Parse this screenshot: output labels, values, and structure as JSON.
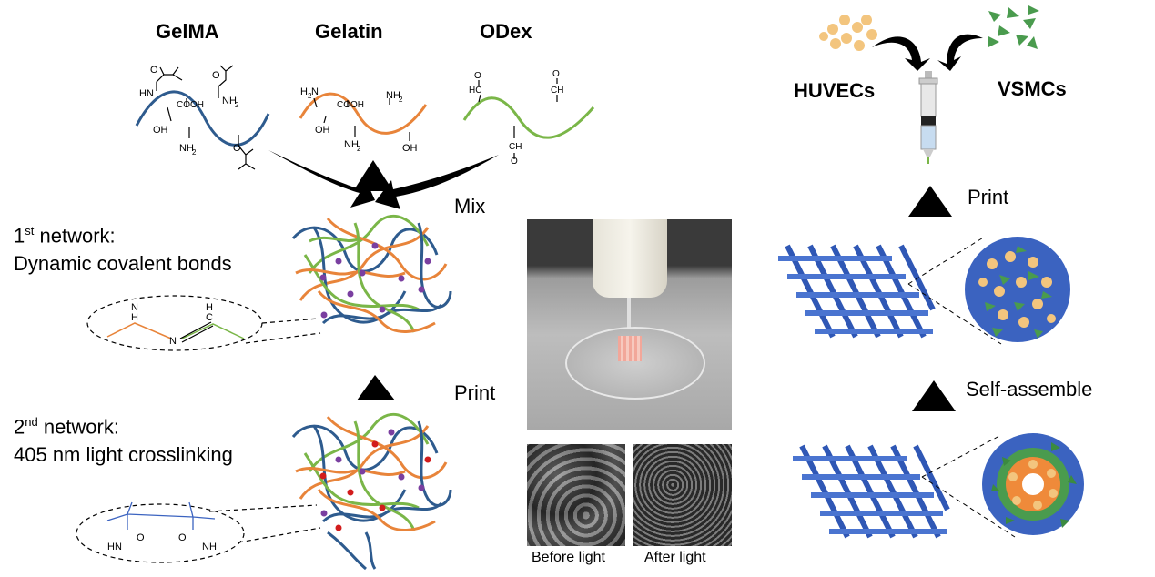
{
  "polymers": {
    "gelma": "GelMA",
    "gelatin": "Gelatin",
    "odex": "ODex"
  },
  "chem_labels": {
    "hn": "HN",
    "nh2": "NH2",
    "h2n": "H2N",
    "cooh": "COOH",
    "oh": "OH",
    "o": "O",
    "hc": "HC",
    "ch": "CH",
    "n": "N",
    "h": "H",
    "c": "C",
    "nh": "NH",
    "h2n_sub": "H",
    "sub2": "2"
  },
  "steps": {
    "mix": "Mix",
    "print": "Print",
    "self_assemble": "Self-assemble"
  },
  "networks": {
    "first_prefix": "1",
    "first_sup": "st",
    "first_title": " network:",
    "first_desc": "Dynamic covalent bonds",
    "second_prefix": "2",
    "second_sup": "nd",
    "second_title": " network:",
    "second_desc": "405 nm light crosslinking"
  },
  "cells": {
    "huvecs": "HUVECs",
    "vsmcs": "VSMCs"
  },
  "sem": {
    "before": "Before light",
    "after": "After light"
  },
  "colors": {
    "gelma": "#2e5b8e",
    "gelatin": "#e8843a",
    "odex": "#7ab648",
    "scaffold": "#3b63c0",
    "crosslink_purple": "#7a3fa0",
    "crosslink_red": "#d21c1c"
  }
}
